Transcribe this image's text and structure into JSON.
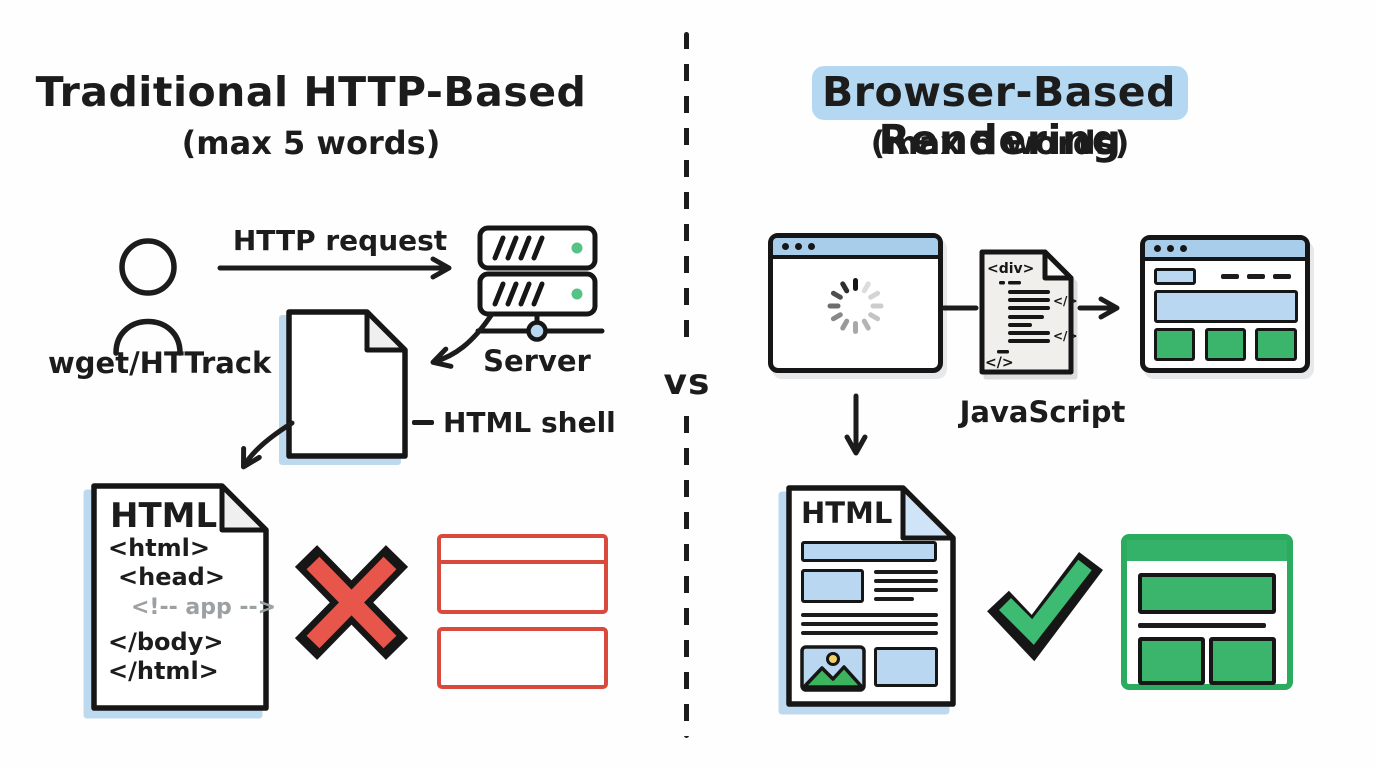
{
  "left": {
    "title": "Traditional HTTP-Based",
    "subtitle": "(max 5 words)",
    "client_label": "wget/HTTrack",
    "request_arrow_label": "HTTP request",
    "server_label": "Server",
    "shell_doc_label": "HTML shell",
    "code_doc": {
      "title": "HTML",
      "lines": [
        "<html>",
        "<head>",
        "<!-- app -->",
        "</body>",
        "</html>"
      ]
    }
  },
  "center": {
    "vs": "vs"
  },
  "right": {
    "title_highlighted": "Browser-Based",
    "title_rest": " Rendering",
    "subtitle": "(max 5 words)",
    "js_doc": {
      "tag_div": "<div>",
      "tag_close_a": "</>",
      "tag_close_b": "</>",
      "tag_close_bottom": "</>"
    },
    "js_label": "JavaScript",
    "html_doc_title": "HTML"
  },
  "icons": {
    "client": "person-icon",
    "server": "server-icon",
    "shell": "document-icon",
    "loading": "spinner-icon",
    "failure": "x-mark-icon",
    "success": "check-mark-icon"
  },
  "colors": {
    "ink": "#1c1c1c",
    "blue_highlight": "#b5d8f2",
    "blue_titlebar": "#a8cdeb",
    "blue_fill": "#b9d7f0",
    "blue_shadow": "#bcd9f0",
    "green": "#35b269",
    "green_dot": "#55c384",
    "red": "#d94a3c",
    "comment_gray": "#9aa0a3",
    "doc_gray": "#f0efec",
    "sun_yellow": "#f2d264"
  }
}
